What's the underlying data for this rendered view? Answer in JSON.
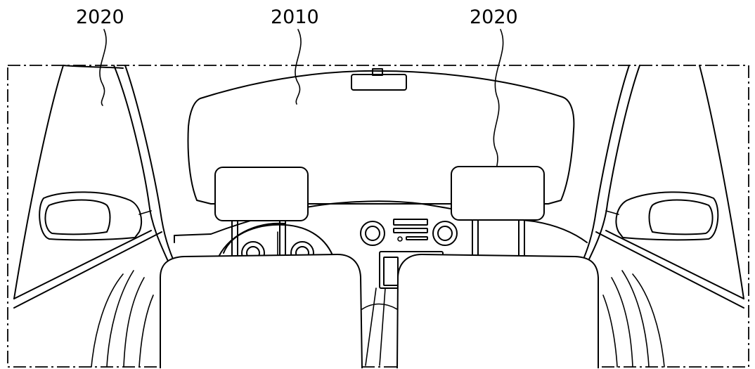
{
  "figure": {
    "labels": {
      "side_left": "2020",
      "windshield": "2010",
      "side_right": "2020"
    }
  }
}
